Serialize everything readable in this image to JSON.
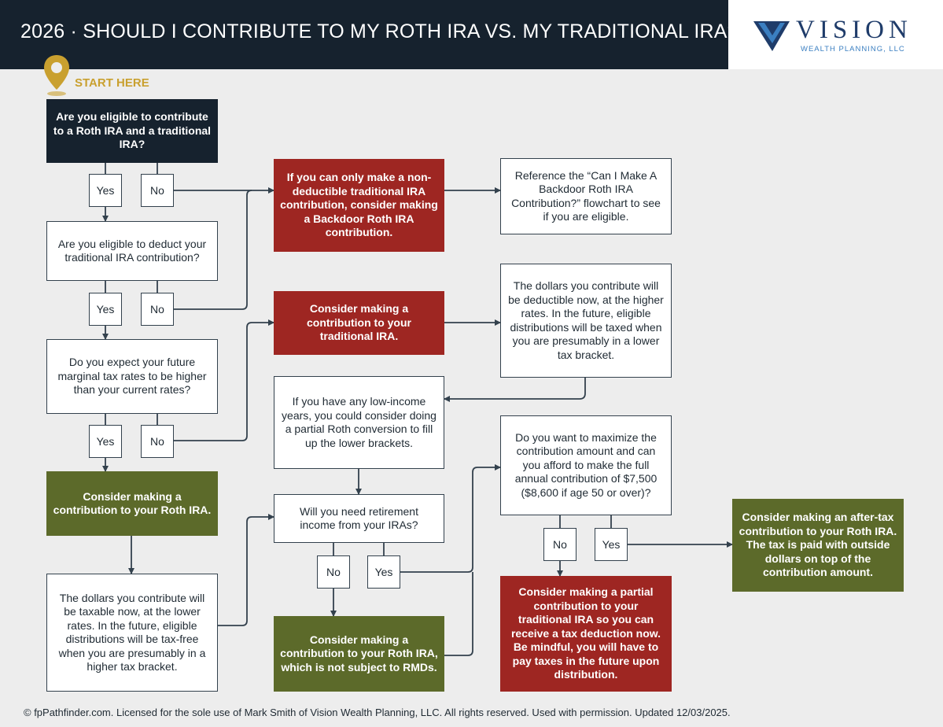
{
  "header": {
    "title": "2026 · SHOULD I CONTRIBUTE TO MY ROTH IRA VS. MY TRADITIONAL IRA?",
    "logo_name": "VISION",
    "logo_subtitle": "WEALTH PLANNING, LLC",
    "accent_color": "#16222e"
  },
  "start": {
    "label": "START HERE",
    "color": "#c9a02f"
  },
  "colors": {
    "navy": "#16222e",
    "red": "#9e2622",
    "green": "#5c6a2a",
    "line": "#33414d"
  },
  "nodes": {
    "q_eligible_both": "Are you eligible to contribute to a Roth IRA and a traditional IRA?",
    "q_deduct": "Are you eligible to deduct your traditional IRA contribution?",
    "q_future_rates": "Do you expect your future marginal tax rates to be higher than your current rates?",
    "a_roth": "Consider making a contribution to your Roth IRA.",
    "n_taxable_now": "The dollars you contribute will be taxable now, at the lower rates. In the future, eligible distributions will be tax-free when you are presumably in a higher tax bracket.",
    "a_backdoor": "If you can only make a non-deductible traditional IRA contribution, consider making a Backdoor Roth IRA contribution.",
    "n_reference": "Reference the “Can I Make A Backdoor Roth IRA Contribution?” flowchart to see if you are eligible.",
    "a_traditional": "Consider making a contribution to your traditional IRA.",
    "n_deductible_now": "The dollars you contribute will be deductible now, at the higher rates. In the future, eligible distributions will be taxed when you are presumably in a lower tax bracket.",
    "n_low_income": "If you have any low-income years, you could consider doing a partial Roth conversion to fill up the lower brackets.",
    "q_need_income": "Will you need retirement income from your IRAs?",
    "a_roth_no_rmd": "Consider making a contribution to your Roth IRA, which is not subject to RMDs.",
    "q_maximize": "Do you want to maximize the contribution amount and can you afford to make the full annual contribution of $7,500 ($8,600 if age 50 or over)?",
    "a_partial": "Consider making a partial contribution to your traditional IRA so you can receive a tax deduction now. Be mindful, you will have to pay taxes in the future upon distribution.",
    "a_after_tax": "Consider making an after-tax contribution to your Roth IRA. The tax is paid with outside dollars on top of the contribution amount."
  },
  "answers": {
    "yes": "Yes",
    "no": "No"
  },
  "footer": "© fpPathfinder.com. Licensed for the sole use of Mark Smith of Vision Wealth Planning, LLC. All rights reserved. Used with permission. Updated 12/03/2025."
}
